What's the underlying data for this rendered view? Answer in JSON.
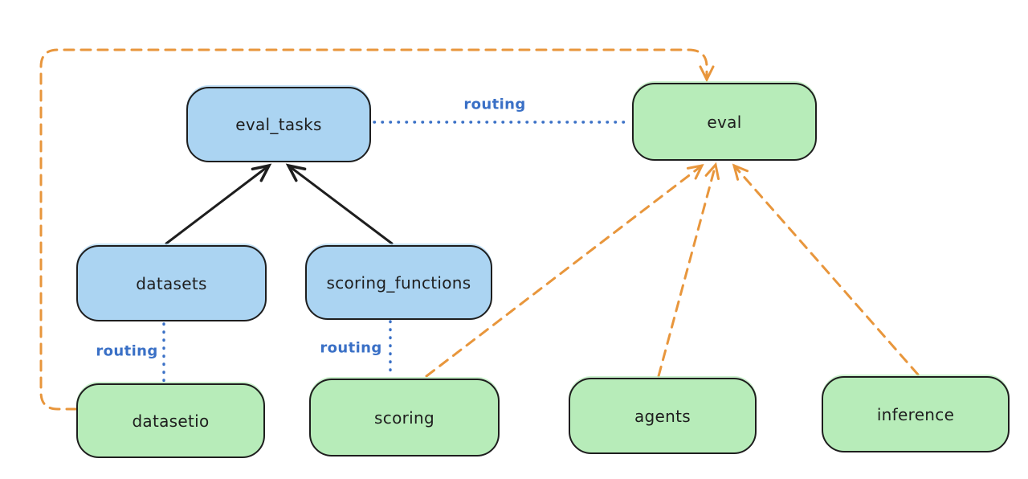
{
  "diagram": {
    "background": "#ffffff",
    "colors": {
      "blue_node_fill": "#abd4f2",
      "green_node_fill": "#b7ecb9",
      "node_stroke": "#1e1e1e",
      "solid_arrow": "#1e1e1e",
      "dashed_arrow": "#e8963c",
      "routing_blue": "#3a70c6"
    },
    "nodes": {
      "eval_tasks": {
        "label": "eval_tasks",
        "fill": "blue"
      },
      "eval": {
        "label": "eval",
        "fill": "green"
      },
      "datasets": {
        "label": "datasets",
        "fill": "blue"
      },
      "scoring_functions": {
        "label": "scoring_functions",
        "fill": "blue"
      },
      "datasetio": {
        "label": "datasetio",
        "fill": "green"
      },
      "scoring": {
        "label": "scoring",
        "fill": "green"
      },
      "agents": {
        "label": "agents",
        "fill": "green"
      },
      "inference": {
        "label": "inference",
        "fill": "green"
      }
    },
    "edge_labels": {
      "routing_top": "routing",
      "routing_datasets": "routing",
      "routing_scoring": "routing"
    },
    "edges": [
      {
        "from": "datasets",
        "to": "eval_tasks",
        "style": "solid",
        "color": "black",
        "arrow": true
      },
      {
        "from": "scoring_functions",
        "to": "eval_tasks",
        "style": "solid",
        "color": "black",
        "arrow": true
      },
      {
        "from": "eval_tasks",
        "to": "eval",
        "style": "dotted",
        "color": "blue",
        "arrow": false,
        "label": "routing"
      },
      {
        "from": "datasets",
        "to": "datasetio",
        "style": "dotted",
        "color": "blue",
        "arrow": false,
        "label": "routing"
      },
      {
        "from": "scoring_functions",
        "to": "scoring",
        "style": "dotted",
        "color": "blue",
        "arrow": false,
        "label": "routing"
      },
      {
        "from": "datasetio",
        "to": "eval",
        "style": "dashed",
        "color": "orange",
        "arrow": true
      },
      {
        "from": "scoring",
        "to": "eval",
        "style": "dashed",
        "color": "orange",
        "arrow": true
      },
      {
        "from": "agents",
        "to": "eval",
        "style": "dashed",
        "color": "orange",
        "arrow": true
      },
      {
        "from": "inference",
        "to": "eval",
        "style": "dashed",
        "color": "orange",
        "arrow": true
      }
    ]
  }
}
